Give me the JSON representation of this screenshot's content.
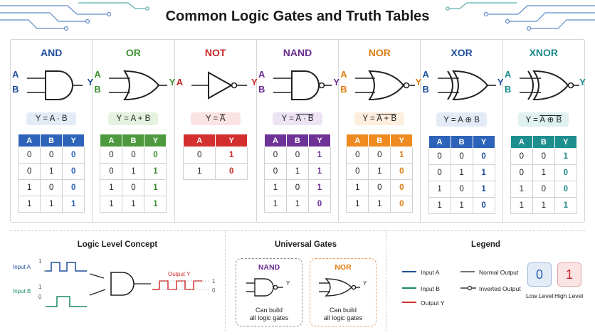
{
  "title": "Common Logic Gates and Truth Tables",
  "gates": [
    {
      "name": "AND",
      "color": "#1f4e9c",
      "formula_prefix": "Y = ",
      "formula_expr": "A · B",
      "overline": false,
      "formula_bg": "#e3ebf7",
      "header_bg": "#2d63b8",
      "in_a": "A",
      "in_b": "B",
      "out": "Y",
      "headers": [
        "A",
        "B",
        "Y"
      ],
      "rows": [
        [
          "0",
          "0",
          "0"
        ],
        [
          "0",
          "1",
          "0"
        ],
        [
          "1",
          "0",
          "0"
        ],
        [
          "1",
          "1",
          "1"
        ]
      ],
      "y_color": "#2d63b8"
    },
    {
      "name": "OR",
      "color": "#3a8f2f",
      "formula_prefix": "Y = ",
      "formula_expr": "A + B",
      "overline": false,
      "formula_bg": "#e4f2df",
      "header_bg": "#4c9a3d",
      "in_a": "A",
      "in_b": "B",
      "out": "Y",
      "headers": [
        "A",
        "B",
        "Y"
      ],
      "rows": [
        [
          "0",
          "0",
          "0"
        ],
        [
          "0",
          "1",
          "1"
        ],
        [
          "1",
          "0",
          "1"
        ],
        [
          "1",
          "1",
          "1"
        ]
      ],
      "y_color": "#3a8f2f"
    },
    {
      "name": "NOT",
      "color": "#c62828",
      "formula_prefix": "Y = ",
      "formula_expr": "A",
      "overline": true,
      "formula_bg": "#fbe3e3",
      "header_bg": "#d32f2f",
      "in_a": "A",
      "in_b": "",
      "out": "Y",
      "headers": [
        "A",
        "Y"
      ],
      "rows": [
        [
          "0",
          "1"
        ],
        [
          "1",
          "0"
        ]
      ],
      "y_color": "#c62828"
    },
    {
      "name": "NAND",
      "color": "#6a2c91",
      "formula_prefix": "Y = ",
      "formula_expr": "A · B",
      "overline": true,
      "formula_bg": "#ece3f4",
      "header_bg": "#6f3397",
      "in_a": "A",
      "in_b": "B",
      "out": "Y",
      "headers": [
        "A",
        "B",
        "Y"
      ],
      "rows": [
        [
          "0",
          "0",
          "1"
        ],
        [
          "0",
          "1",
          "1"
        ],
        [
          "1",
          "0",
          "1"
        ],
        [
          "1",
          "1",
          "0"
        ]
      ],
      "y_color": "#6a2c91"
    },
    {
      "name": "NOR",
      "color": "#e07c10",
      "formula_prefix": "Y = ",
      "formula_expr": "A + B",
      "overline": true,
      "formula_bg": "#fdeedd",
      "header_bg": "#ee8a1f",
      "in_a": "A",
      "in_b": "B",
      "out": "Y",
      "headers": [
        "A",
        "B",
        "Y"
      ],
      "rows": [
        [
          "0",
          "0",
          "1"
        ],
        [
          "0",
          "1",
          "0"
        ],
        [
          "1",
          "0",
          "0"
        ],
        [
          "1",
          "1",
          "0"
        ]
      ],
      "y_color": "#e07c10"
    },
    {
      "name": "XOR",
      "color": "#1f4e9c",
      "formula_prefix": "Y = ",
      "formula_expr": "A ⊕ B",
      "overline": false,
      "formula_bg": "#e3ebf7",
      "header_bg": "#2d63b8",
      "in_a": "A",
      "in_b": "B",
      "out": "Y",
      "headers": [
        "A",
        "B",
        "Y"
      ],
      "rows": [
        [
          "0",
          "0",
          "0"
        ],
        [
          "0",
          "1",
          "1"
        ],
        [
          "1",
          "0",
          "1"
        ],
        [
          "1",
          "1",
          "0"
        ]
      ],
      "y_color": "#1f4e9c"
    },
    {
      "name": "XNOR",
      "color": "#1a8a8a",
      "formula_prefix": "Y = ",
      "formula_expr": "A ⊕ B",
      "overline": true,
      "formula_bg": "#dff1f1",
      "header_bg": "#1e8e8e",
      "in_a": "A",
      "in_b": "B",
      "out": "Y",
      "headers": [
        "A",
        "B",
        "Y"
      ],
      "rows": [
        [
          "0",
          "0",
          "1"
        ],
        [
          "0",
          "1",
          "0"
        ],
        [
          "1",
          "0",
          "0"
        ],
        [
          "1",
          "1",
          "1"
        ]
      ],
      "y_color": "#1a8a8a"
    }
  ],
  "logic_level": {
    "title": "Logic Level Concept",
    "input_a": "Input A",
    "input_b": "Input B",
    "output": "Output Y",
    "tick_high": "1",
    "tick_low": "0"
  },
  "universal": {
    "title": "Universal Gates",
    "nand": {
      "name": "NAND",
      "out": "Y",
      "caption_1": "Can build",
      "caption_2": "all logic gates",
      "color": "#6a2c91"
    },
    "nor": {
      "name": "NOR",
      "out": "Y",
      "caption_1": "Can build",
      "caption_2": "all logic gates",
      "color": "#e07c10"
    }
  },
  "legend": {
    "title": "Legend",
    "input_a": "Input A",
    "input_b": "Input B",
    "output_y": "Output Y",
    "normal_output": "Normal Output",
    "inverted_output": "Inverted Output",
    "low_value": "0",
    "low_label": "Low Level",
    "high_value": "1",
    "high_label": "High Level",
    "colors": {
      "input_a": "#1f4e9c",
      "input_b": "#1a8a6a",
      "output_y": "#d32f2f"
    }
  }
}
